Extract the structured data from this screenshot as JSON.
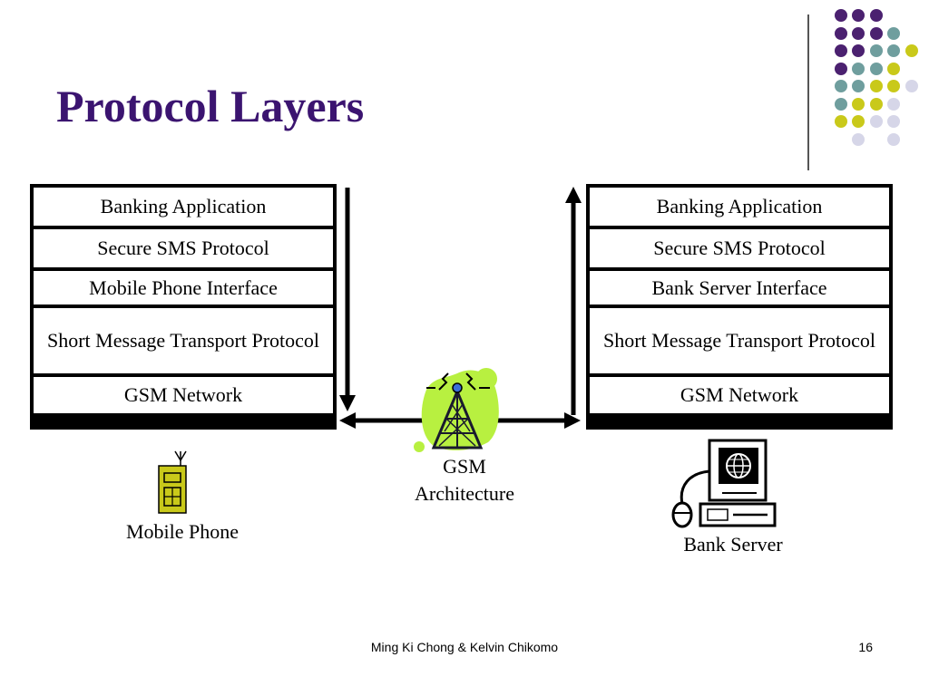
{
  "slide": {
    "title": "Protocol Layers",
    "footer_author": "Ming Ki Chong & Kelvin Chikomo",
    "page_number": "16"
  },
  "left_stack": {
    "layers": [
      "Banking Application",
      "Secure SMS Protocol",
      "Mobile Phone Interface",
      "Short Message Transport Protocol",
      "GSM Network"
    ]
  },
  "right_stack": {
    "layers": [
      "Banking Application",
      "Secure SMS Protocol",
      "Bank Server Interface",
      "Short Message Transport Protocol",
      "GSM Network"
    ]
  },
  "captions": {
    "mobile": "Mobile Phone",
    "gsm": "GSM Architecture",
    "bank": "Bank Server"
  },
  "icons": {
    "mobile": "mobile-phone-icon",
    "tower": "cell-tower-icon",
    "server": "computer-terminal-icon"
  },
  "colors": {
    "title": "#3b1470",
    "dot_purple": "#4b2170",
    "dot_teal": "#6f9e9e",
    "dot_yellow": "#c9c91a",
    "dot_lavender": "#d6d6e8",
    "tower_blob": "#b8f040",
    "phone_body": "#c9c91a"
  }
}
